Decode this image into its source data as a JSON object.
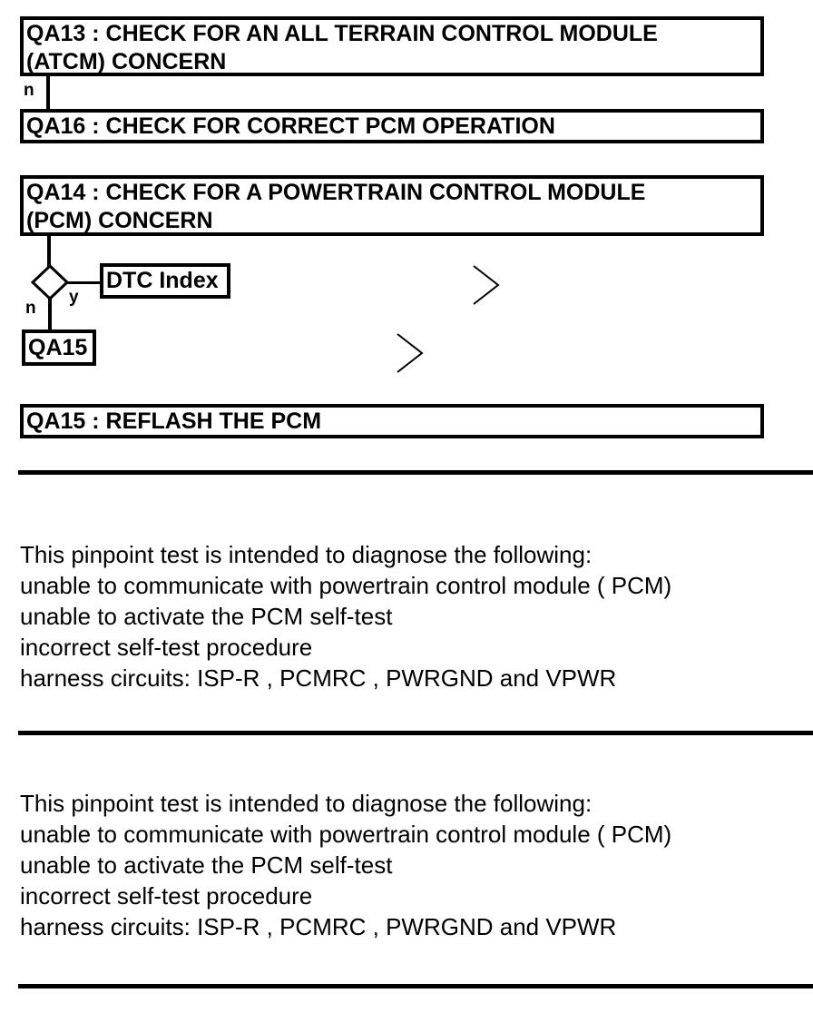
{
  "steps": {
    "qa13": "QA13 : CHECK FOR AN ALL TERRAIN CONTROL MODULE\n(ATCM) CONCERN",
    "qa16": "QA16 : CHECK FOR CORRECT PCM OPERATION",
    "qa14": "QA14 : CHECK FOR A POWERTRAIN CONTROL MODULE\n(PCM) CONCERN",
    "qa15": "QA15 : REFLASH THE PCM"
  },
  "flow": {
    "n_label_1": "n",
    "decision_yes": "y",
    "decision_no": "n",
    "dtc_index": "DTC Index",
    "qa15_link": "QA15"
  },
  "description_blocks": [
    {
      "lines": [
        "This pinpoint test is intended to diagnose the following:",
        "unable to communicate with powertrain control module ( PCM)",
        "unable to activate the PCM self-test",
        "incorrect self-test procedure",
        "harness circuits: ISP-R , PCMRC , PWRGND and VPWR"
      ]
    },
    {
      "lines": [
        "This pinpoint test is intended to diagnose the following:",
        "unable to communicate with powertrain control module ( PCM)",
        "unable to activate the PCM self-test",
        "incorrect self-test procedure",
        "harness circuits: ISP-R , PCMRC , PWRGND and VPWR"
      ]
    }
  ]
}
